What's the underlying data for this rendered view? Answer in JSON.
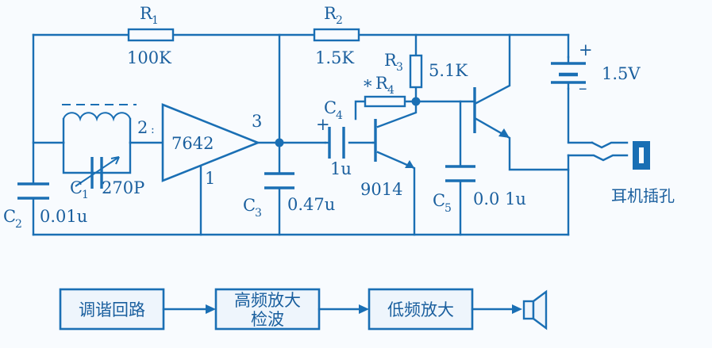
{
  "circuit": {
    "resistors": {
      "r1": {
        "name": "R",
        "sub": "1",
        "value": "100K"
      },
      "r2": {
        "name": "R",
        "sub": "2",
        "value": "1.5K"
      },
      "r3": {
        "name": "R",
        "sub": "3",
        "value": "5.1K"
      },
      "r4": {
        "name": "R",
        "sub": "4",
        "mark": "*"
      }
    },
    "capacitors": {
      "c1": {
        "name": "C",
        "sub": "1",
        "value": "270P"
      },
      "c2": {
        "name": "C",
        "sub": "2",
        "value": "0.01u"
      },
      "c3": {
        "name": "C",
        "sub": "3",
        "value": "0.47u"
      },
      "c4": {
        "name": "C",
        "sub": "4",
        "value": "1u",
        "polarity": "+"
      },
      "c5": {
        "name": "C",
        "sub": "5",
        "value": "0.0 1u"
      }
    },
    "ic": {
      "label": "7642",
      "pin_in": "2",
      "pin_out": "3",
      "pin_gnd": "1"
    },
    "transistor": {
      "label": "9014"
    },
    "battery": {
      "value": "1.5V",
      "plus": "+",
      "minus": "–"
    },
    "jack": {
      "label": "耳机插孔"
    }
  },
  "block_diagram": {
    "blocks": [
      {
        "lines": [
          "调谐回路"
        ]
      },
      {
        "lines": [
          "高频放大",
          "检波"
        ]
      },
      {
        "lines": [
          "低频放大"
        ]
      }
    ],
    "output_icon": "speaker-icon"
  },
  "colors": {
    "line": "#1a6fb4",
    "text": "#1a5f9e",
    "background": "#f8fbfe"
  }
}
